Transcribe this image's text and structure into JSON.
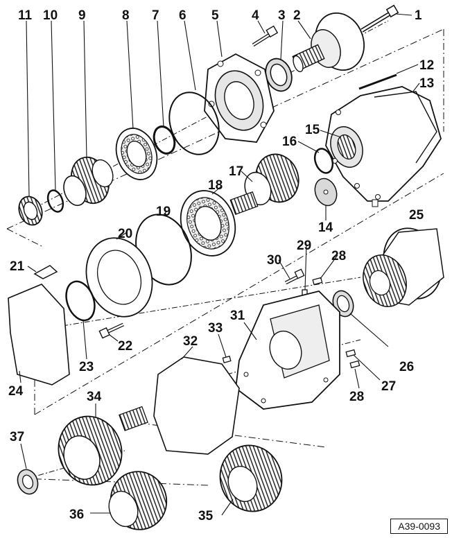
{
  "callouts": {
    "n1": "1",
    "n2": "2",
    "n3": "3",
    "n4": "4",
    "n5": "5",
    "n6": "6",
    "n7": "7",
    "n8": "8",
    "n9": "9",
    "n10": "10",
    "n11": "11",
    "n12": "12",
    "n13": "13",
    "n14": "14",
    "n15": "15",
    "n16": "16",
    "n17": "17",
    "n18": "18",
    "n19": "19",
    "n20": "20",
    "n21": "21",
    "n22": "22",
    "n23": "23",
    "n24": "24",
    "n25": "25",
    "n26": "26",
    "n27": "27",
    "n28a": "28",
    "n28b": "28",
    "n29": "29",
    "n30": "30",
    "n31": "31",
    "n32": "32",
    "n33": "33",
    "n34": "34",
    "n35": "35",
    "n36": "36",
    "n37": "37"
  },
  "figure_ref": "A39-0093"
}
